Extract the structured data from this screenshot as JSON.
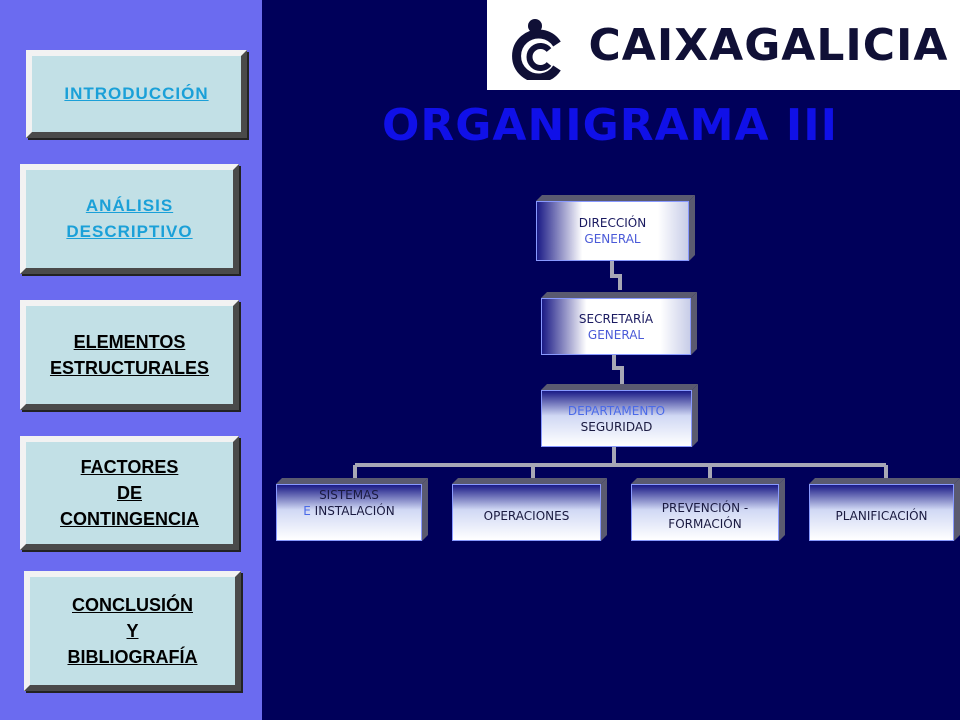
{
  "nav": {
    "intro": "INTRODUCCIÓN",
    "analisis": "ANÁLISIS \nDESCRIPTIVO",
    "elementos": "ELEMENTOS \nESTRUCTURALES",
    "factores": "FACTORES \nDE \nCONTINGENCIA",
    "conclusion": "CONCLUSIÓN \nY\nBIBLIOGRAFÍA"
  },
  "logo": {
    "text": "CAIXAGALICIA"
  },
  "title": "ORGANIGRAMA III",
  "org": {
    "direccion": {
      "line1": "DIRECCIÓN",
      "line2": "GENERAL"
    },
    "secretaria": {
      "line1": "SECRETARÍA",
      "line2": "GENERAL"
    },
    "departamento": {
      "line1": "DEPARTAMENTO",
      "line2": "SEGURIDAD"
    },
    "sistemas": {
      "line1": "SISTEMAS",
      "line2_a": "E",
      "line2_b": " INSTALACIÓN"
    },
    "operaciones": {
      "line1": "OPERACIONES"
    },
    "prevencion": {
      "line1": "PREVENCIÓN -",
      "line2": "FORMACIÓN"
    },
    "planificacion": {
      "line1": "PLANIFICACIÓN"
    }
  },
  "colors": {
    "background": "#00005a",
    "sidebar": "#6b6bf0",
    "button_face": "#c2e0e6",
    "title": "#1010e8",
    "link_blue": "#1aa0d8"
  }
}
